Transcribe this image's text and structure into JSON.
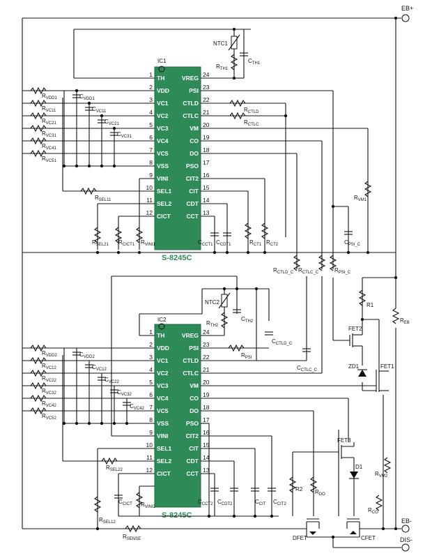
{
  "terminals": {
    "eb_plus": "EB+",
    "eb_minus": "EB-",
    "dis_minus": "DIS-"
  },
  "ic1": {
    "name": "IC1",
    "part": "S-8245C",
    "left_pins": [
      {
        "num": "1",
        "name": "TH"
      },
      {
        "num": "2",
        "name": "VDD"
      },
      {
        "num": "3",
        "name": "VC1"
      },
      {
        "num": "4",
        "name": "VC2"
      },
      {
        "num": "5",
        "name": "VC3"
      },
      {
        "num": "6",
        "name": "VC4"
      },
      {
        "num": "7",
        "name": "VC5"
      },
      {
        "num": "8",
        "name": "VSS"
      },
      {
        "num": "9",
        "name": "VINI"
      },
      {
        "num": "10",
        "name": "SEL1"
      },
      {
        "num": "11",
        "name": "SEL2"
      },
      {
        "num": "12",
        "name": "CICT"
      }
    ],
    "right_pins": [
      {
        "num": "24",
        "name": "VREG"
      },
      {
        "num": "23",
        "name": "PSI"
      },
      {
        "num": "22",
        "name": "CTLD"
      },
      {
        "num": "21",
        "name": "CTLC"
      },
      {
        "num": "20",
        "name": "VM"
      },
      {
        "num": "19",
        "name": "CO"
      },
      {
        "num": "18",
        "name": "DO"
      },
      {
        "num": "17",
        "name": "PSO"
      },
      {
        "num": "16",
        "name": "CIT2"
      },
      {
        "num": "15",
        "name": "CIT"
      },
      {
        "num": "14",
        "name": "CDT"
      },
      {
        "num": "13",
        "name": "CCT"
      }
    ]
  },
  "ic2": {
    "name": "IC2",
    "part": "S-8245C",
    "left_pins": [
      {
        "num": "1",
        "name": "TH"
      },
      {
        "num": "2",
        "name": "VDD"
      },
      {
        "num": "3",
        "name": "VC1"
      },
      {
        "num": "4",
        "name": "VC2"
      },
      {
        "num": "5",
        "name": "VC3"
      },
      {
        "num": "6",
        "name": "VC4"
      },
      {
        "num": "7",
        "name": "VC5"
      },
      {
        "num": "8",
        "name": "VSS"
      },
      {
        "num": "9",
        "name": "VINI"
      },
      {
        "num": "10",
        "name": "SEL1"
      },
      {
        "num": "11",
        "name": "SEL2"
      },
      {
        "num": "12",
        "name": "CICT"
      }
    ],
    "right_pins": [
      {
        "num": "24",
        "name": "VREG"
      },
      {
        "num": "23",
        "name": "PSI"
      },
      {
        "num": "22",
        "name": "CTLD"
      },
      {
        "num": "21",
        "name": "CTLC"
      },
      {
        "num": "20",
        "name": "VM"
      },
      {
        "num": "19",
        "name": "CO"
      },
      {
        "num": "18",
        "name": "DO"
      },
      {
        "num": "17",
        "name": "PSO"
      },
      {
        "num": "16",
        "name": "CIT2"
      },
      {
        "num": "15",
        "name": "CIT"
      },
      {
        "num": "14",
        "name": "CDT"
      },
      {
        "num": "13",
        "name": "CCT"
      }
    ]
  },
  "components": {
    "ntc1": "NTC1",
    "rth1": "R",
    "rth1_sub": "TH1",
    "cth1": "C",
    "cth1_sub": "TH1",
    "rvdd1": "R",
    "rvdd1_sub": "VDD1",
    "cvdd1": "C",
    "cvdd1_sub": "VDD1",
    "rvc11": "R",
    "rvc11_sub": "VC11",
    "cvc11": "C",
    "cvc11_sub": "VC11",
    "rvc21": "R",
    "rvc21_sub": "VC21",
    "cvc21": "C",
    "cvc21_sub": "VC21",
    "rvc31": "R",
    "rvc31_sub": "VC31",
    "cvc31": "C",
    "cvc31_sub": "VC31",
    "rvc41": "R",
    "rvc41_sub": "VC41",
    "rvc51": "R",
    "rvc51_sub": "VC51",
    "rsel11": "R",
    "rsel11_sub": "SEL11",
    "rsel21": "R",
    "rsel21_sub": "SEL21",
    "rcict1": "R",
    "rcict1_sub": "CICT1",
    "rvini1": "R",
    "rvini1_sub": "VINI1",
    "rctld": "R",
    "rctld_sub": "CTLD",
    "rctlc": "R",
    "rctlc_sub": "CTLC",
    "rvm1": "R",
    "rvm1_sub": "VM1",
    "ccct1": "C",
    "ccct1_sub": "CCT1",
    "ccdt1": "C",
    "ccdt1_sub": "CDT1",
    "rct1": "R",
    "rct1_sub": "CT1",
    "rct2": "R",
    "rct2_sub": "CT2",
    "cpsi_c": "C",
    "cpsi_c_sub": "PSI_C",
    "rctld_c": "R",
    "rctld_c_sub": "CTLD_C",
    "rctlc_c": "R",
    "rctlc_c_sub": "CTLC_C",
    "rpsi_c": "R",
    "rpsi_c_sub": "PSI_C",
    "r1": "R1",
    "reb": "R",
    "reb_sub": "EB",
    "fet2": "FET2",
    "zd1": "ZD1",
    "fet1": "FET1",
    "ntc2": "NTC2",
    "rth2": "R",
    "rth2_sub": "TH2",
    "cth2": "C",
    "cth2_sub": "TH2",
    "cctld_c": "C",
    "cctld_c_sub": "CTLD_C",
    "cctlc_c": "C",
    "cctlc_c_sub": "CTLC_C",
    "rpsi": "R",
    "rpsi_sub": "PSI",
    "rvdd2": "R",
    "rvdd2_sub": "VDD2",
    "cvdd2": "C",
    "cvdd2_sub": "VDD2",
    "rvc12": "R",
    "rvc12_sub": "VC12",
    "cvc12": "C",
    "cvc12_sub": "VC12",
    "rvc22": "R",
    "rvc22_sub": "VC22",
    "cvc22": "C",
    "cvc22_sub": "VC22",
    "rvc32": "R",
    "rvc32_sub": "VC32",
    "cvc32": "C",
    "cvc32_sub": "VC32",
    "rvc42": "R",
    "rvc42_sub": "VC42",
    "cvc42": "C",
    "cvc42_sub": "VC42",
    "rvc52": "R",
    "rvc52_sub": "VC52",
    "rsel22": "R",
    "rsel22_sub": "SEL22",
    "rsel12": "R",
    "rsel12_sub": "SEL12",
    "ccict": "C",
    "ccict_sub": "CICT",
    "rvini2": "R",
    "rvini2_sub": "VINI2",
    "rsense": "R",
    "rsense_sub": "SENSE",
    "ccct2": "C",
    "ccct2_sub": "CCT2",
    "ccdt2": "C",
    "ccdt2_sub": "CDT2",
    "cct": "C",
    "cct_sub": "CIT",
    "ccit2": "C",
    "ccit2_sub": "CIT2",
    "r2": "R2",
    "rdo": "R",
    "rdo_sub": "DO",
    "fet3": "FET3",
    "d1": "D1",
    "rvm2": "R",
    "rvm2_sub": "VM2",
    "rco": "R",
    "rco_sub": "CO",
    "dfet": "DFET",
    "cfet": "CFET"
  }
}
